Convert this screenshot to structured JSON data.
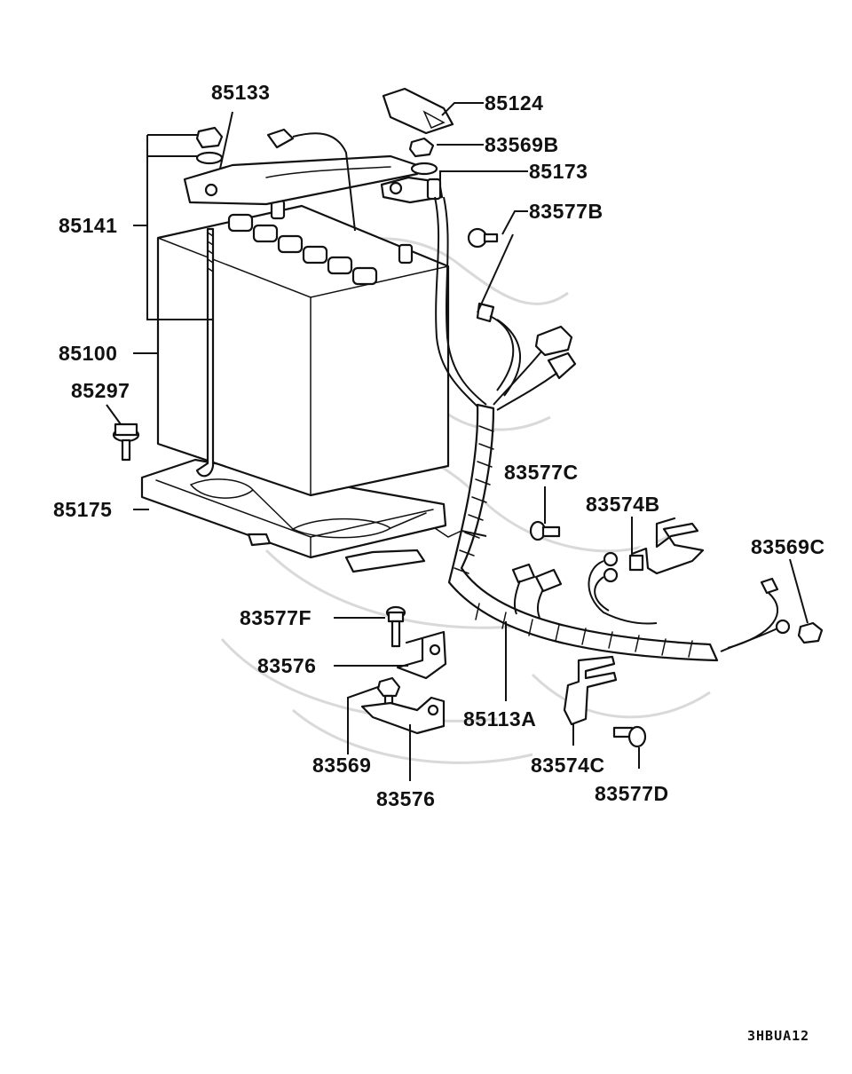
{
  "diagram": {
    "part_labels": {
      "p85133": "85133",
      "p85124": "85124",
      "p83569B": "83569B",
      "p85173": "85173",
      "p83577B": "83577B",
      "p85141": "85141",
      "p85100": "85100",
      "p85297": "85297",
      "p85175": "85175",
      "p83577C": "83577C",
      "p83574B": "83574B",
      "p83569C": "83569C",
      "p83577F": "83577F",
      "p83576a": "83576",
      "p85113A": "85113A",
      "p83569": "83569",
      "p83576b": "83576",
      "p83574C": "83574C",
      "p83577D": "83577D"
    },
    "figure_code": "3HBUA12"
  }
}
